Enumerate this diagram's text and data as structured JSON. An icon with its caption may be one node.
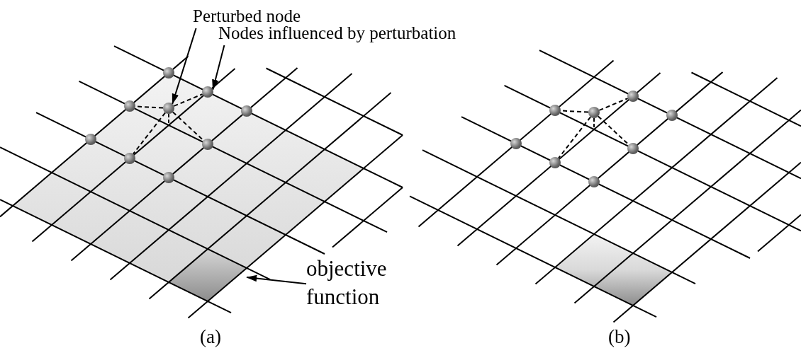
{
  "diagram": {
    "nodes": [
      {
        "text": [
          "Perturbed node"
        ]
      },
      {
        "text": [
          "Nodes influenced by perturbation"
        ]
      },
      {
        "text": [],
        "shape": "circle"
      },
      {
        "text": [],
        "shape": "circle"
      },
      {
        "text": [],
        "shape": "circle"
      },
      {
        "text": [],
        "shape": "circle"
      },
      {
        "text": [],
        "shape": "circle"
      },
      {
        "text": [],
        "shape": "circle"
      },
      {
        "text": [],
        "shape": "circle"
      },
      {
        "text": [],
        "shape": "circle"
      },
      {
        "text": [],
        "shape": "circle"
      },
      {
        "text": [
          "objective function"
        ]
      },
      {
        "text": [],
        "shape": "circle"
      },
      {
        "text": [],
        "shape": "circle"
      },
      {
        "text": [],
        "shape": "circle"
      },
      {
        "text": [],
        "shape": "circle"
      },
      {
        "text": [],
        "shape": "circle"
      },
      {
        "text": [],
        "shape": "circle"
      },
      {
        "text": [],
        "shape": "circle"
      },
      {
        "text": [],
        "shape": "circle"
      },
      {
        "text": [],
        "shape": "box"
      }
    ],
    "edges": [
      {
        "from": 0,
        "to": 5,
        "arrow": "to"
      },
      {
        "from": 1,
        "to": 3,
        "arrow": "to"
      },
      {
        "from": 11,
        "to": 20,
        "arrow": "to"
      },
      {
        "from": 5,
        "to": 4,
        "arrow": "none",
        "style": "dashed"
      },
      {
        "from": 5,
        "to": 3,
        "arrow": "none",
        "style": "dashed"
      },
      {
        "from": 5,
        "to": 9,
        "arrow": "none",
        "style": "dashed"
      },
      {
        "from": 5,
        "to": 7,
        "arrow": "none",
        "style": "dashed"
      },
      {
        "from": 14,
        "to": 13,
        "arrow": "none",
        "style": "dashed"
      },
      {
        "from": 14,
        "to": 12,
        "arrow": "none",
        "style": "dashed"
      },
      {
        "from": 14,
        "to": 18,
        "arrow": "none",
        "style": "dashed"
      },
      {
        "from": 14,
        "to": 16,
        "arrow": "none",
        "style": "dashed"
      }
    ],
    "labels": [
      "(a)",
      "(b)"
    ]
  }
}
